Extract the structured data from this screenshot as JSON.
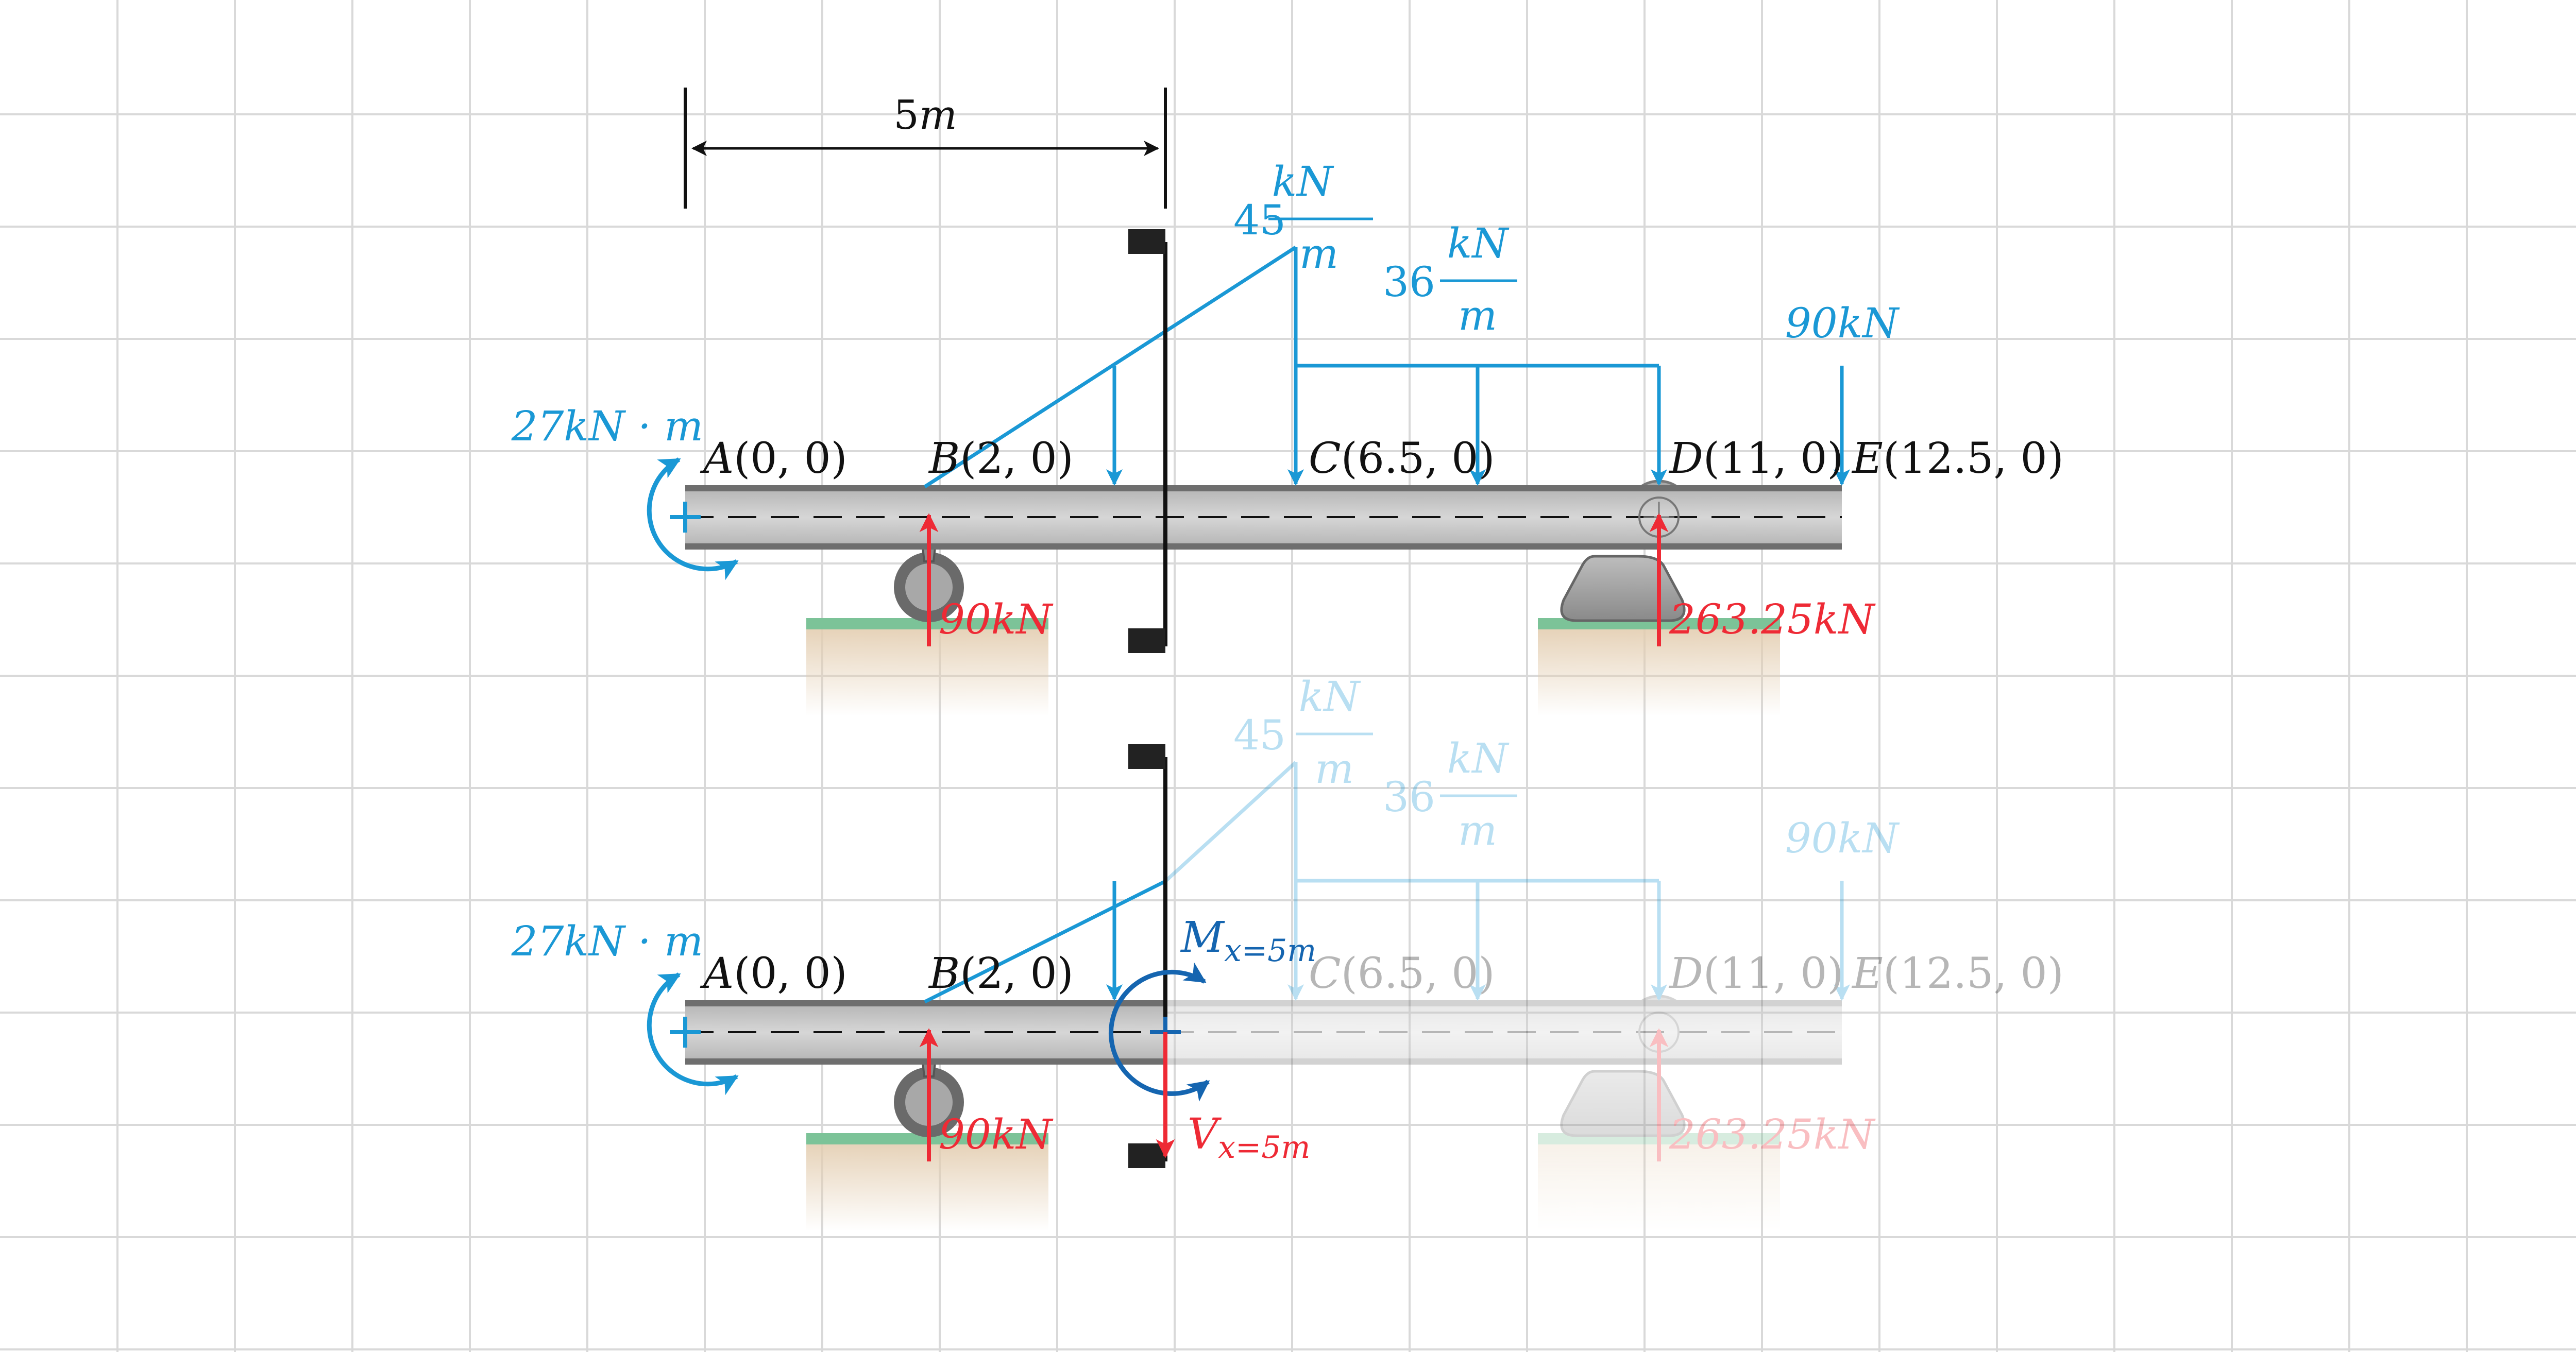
{
  "dimension": {
    "label_num": "5",
    "label_unit": "m"
  },
  "colors": {
    "load": "#1a98d5",
    "reaction": "#ee2a35",
    "internal_moment": "#1565b0",
    "beam_fill": "#c4c4c4",
    "beam_edge": "#6e6e6e",
    "support": "#9e9e9e",
    "ground_top": "#7cc398",
    "ground": "#e3cdb0",
    "grid": "#d9d9d9",
    "cut_marker": "#222222"
  },
  "loads": {
    "triangular_peak": {
      "num": "45",
      "unit_top": "kN",
      "unit_bottom": "m"
    },
    "uniform": {
      "num": "36",
      "unit_top": "kN",
      "unit_bottom": "m"
    },
    "point_load": "90kN",
    "applied_moment": "27kN · m"
  },
  "points": {
    "A": {
      "letter": "A",
      "coords": "(0, 0)"
    },
    "B": {
      "letter": "B",
      "coords": "(2, 0)"
    },
    "C": {
      "letter": "C",
      "coords": "(6.5, 0)"
    },
    "D": {
      "letter": "D",
      "coords": "(11, 0)"
    },
    "E": {
      "letter": "E",
      "coords": "(12.5, 0)"
    }
  },
  "reactions": {
    "B": "90kN",
    "D": "263.25kN"
  },
  "internal": {
    "moment": {
      "symbol": "M",
      "subscript": "x=5m"
    },
    "shear": {
      "symbol": "V",
      "subscript": "x=5m"
    }
  }
}
